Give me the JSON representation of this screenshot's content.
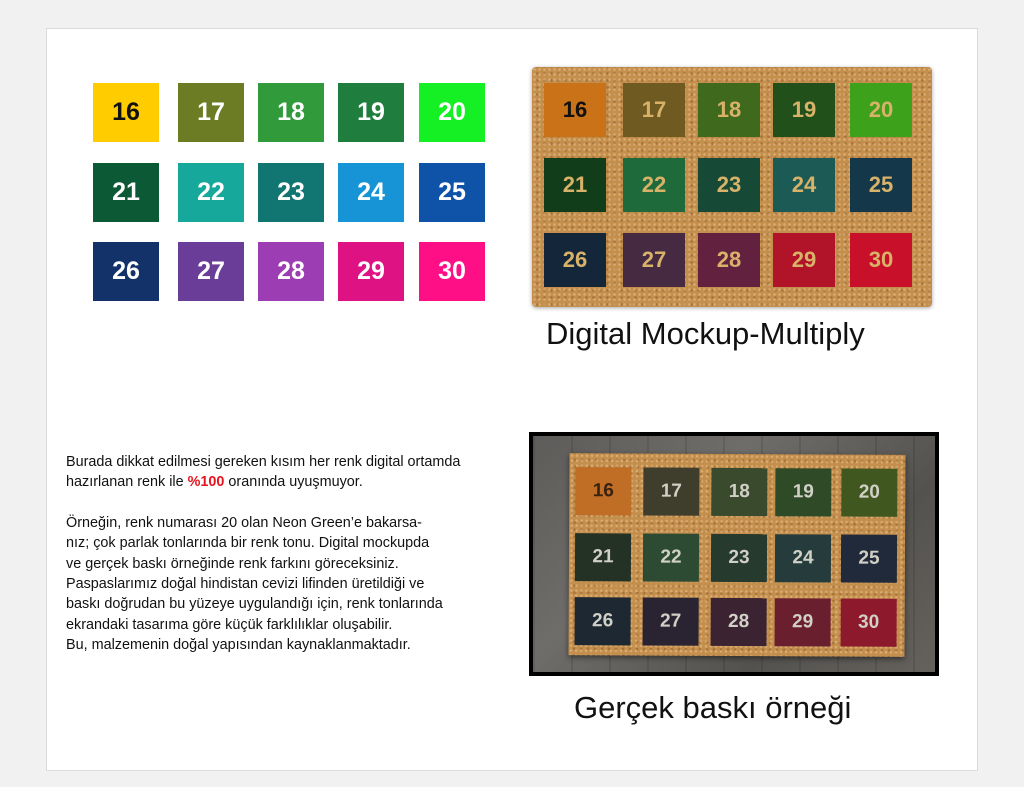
{
  "swatches": [
    {
      "num": "16",
      "bg": "#ffcc00",
      "fg": "#111111"
    },
    {
      "num": "17",
      "bg": "#6b7c24",
      "fg": "#ffffff"
    },
    {
      "num": "18",
      "bg": "#319a3a",
      "fg": "#ffffff"
    },
    {
      "num": "19",
      "bg": "#1f7d3d",
      "fg": "#ffffff"
    },
    {
      "num": "20",
      "bg": "#15f024",
      "fg": "#ffffff"
    },
    {
      "num": "21",
      "bg": "#0c5a35",
      "fg": "#ffffff"
    },
    {
      "num": "22",
      "bg": "#16a89a",
      "fg": "#ffffff"
    },
    {
      "num": "23",
      "bg": "#117672",
      "fg": "#ffffff"
    },
    {
      "num": "24",
      "bg": "#1794d6",
      "fg": "#ffffff"
    },
    {
      "num": "25",
      "bg": "#0f53a8",
      "fg": "#ffffff"
    },
    {
      "num": "26",
      "bg": "#13326a",
      "fg": "#ffffff"
    },
    {
      "num": "27",
      "bg": "#6a3d98",
      "fg": "#ffffff"
    },
    {
      "num": "28",
      "bg": "#9d3db3",
      "fg": "#ffffff"
    },
    {
      "num": "29",
      "bg": "#df1283",
      "fg": "#ffffff"
    },
    {
      "num": "30",
      "bg": "#ff0f86",
      "fg": "#ffffff"
    }
  ],
  "mockup": {
    "caption": "Digital Mockup-Multiply",
    "squares": [
      {
        "num": "16",
        "bg": "#c97217",
        "fg": "#111111"
      },
      {
        "num": "17",
        "bg": "#6f5a22",
        "fg": "#d9b26a"
      },
      {
        "num": "18",
        "bg": "#3f6a1e",
        "fg": "#d9b26a"
      },
      {
        "num": "19",
        "bg": "#21501a",
        "fg": "#d9b26a"
      },
      {
        "num": "20",
        "bg": "#3ea11b",
        "fg": "#d9b26a"
      },
      {
        "num": "21",
        "bg": "#123d1a",
        "fg": "#d9b26a"
      },
      {
        "num": "22",
        "bg": "#1f6a3a",
        "fg": "#d9b26a"
      },
      {
        "num": "23",
        "bg": "#174a36",
        "fg": "#d9b26a"
      },
      {
        "num": "24",
        "bg": "#1c5a55",
        "fg": "#d9b26a"
      },
      {
        "num": "25",
        "bg": "#14384a",
        "fg": "#d9b26a"
      },
      {
        "num": "26",
        "bg": "#14263a",
        "fg": "#d9b26a"
      },
      {
        "num": "27",
        "bg": "#452a42",
        "fg": "#d9b26a"
      },
      {
        "num": "28",
        "bg": "#62213f",
        "fg": "#d9b26a"
      },
      {
        "num": "29",
        "bg": "#b11428",
        "fg": "#d9b26a"
      },
      {
        "num": "30",
        "bg": "#c8102a",
        "fg": "#d9b26a"
      }
    ]
  },
  "real": {
    "caption": "Gerçek baskı örneği",
    "squares": [
      {
        "num": "16",
        "bg": "#c06d25",
        "fg": "#3a2210"
      },
      {
        "num": "17",
        "bg": "#3f3e2c",
        "fg": "#d0d0c6"
      },
      {
        "num": "18",
        "bg": "#3a4a2c",
        "fg": "#d0d0c6"
      },
      {
        "num": "19",
        "bg": "#2f4a26",
        "fg": "#d0d0c6"
      },
      {
        "num": "20",
        "bg": "#40581f",
        "fg": "#d0d0c6"
      },
      {
        "num": "21",
        "bg": "#243226",
        "fg": "#d0d0c6"
      },
      {
        "num": "22",
        "bg": "#2d4a32",
        "fg": "#d0d0c6"
      },
      {
        "num": "23",
        "bg": "#263a2e",
        "fg": "#d0d0c6"
      },
      {
        "num": "24",
        "bg": "#263c3c",
        "fg": "#d0d0c6"
      },
      {
        "num": "25",
        "bg": "#212a3a",
        "fg": "#d0d0c6"
      },
      {
        "num": "26",
        "bg": "#1e2832",
        "fg": "#d0d0c6"
      },
      {
        "num": "27",
        "bg": "#2a2432",
        "fg": "#d0d0c6"
      },
      {
        "num": "28",
        "bg": "#3b2331",
        "fg": "#d0d0c6"
      },
      {
        "num": "29",
        "bg": "#6a1f2e",
        "fg": "#d0d0c6"
      },
      {
        "num": "30",
        "bg": "#8c1a2c",
        "fg": "#d0d0c6"
      }
    ]
  },
  "text": {
    "p1_before": "Burada dikkat edilmesi gereken kısım her renk digital ortamda hazırlanan renk ile ",
    "p1_highlight": "%100",
    "p1_after": " oranında uyuşmuyor.",
    "p2_lines": [
      "Örneğin, renk numarası 20 olan Neon Green’e bakarsa-",
      "nız; çok parlak tonlarında bir renk tonu. Digital mockupda",
      "ve gerçek baskı örneğinde renk farkını göreceksiniz.",
      "Paspaslarımız doğal hindistan cevizi lifinden üretildiği ve",
      "baskı doğrudan bu yüzeye uygulandığı için, renk tonlarında",
      "ekrandaki tasarıma göre küçük farklılıklar oluşabilir.",
      "Bu, malzemenin doğal yapısından kaynaklanmaktadır."
    ]
  }
}
